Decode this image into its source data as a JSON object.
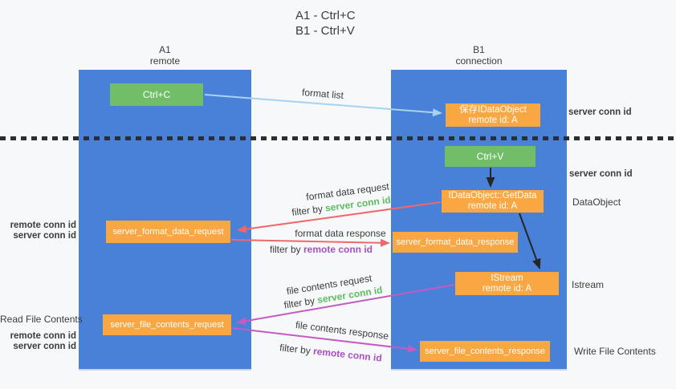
{
  "title": {
    "line1": "A1 - Ctrl+C",
    "line2": "B1 - Ctrl+V"
  },
  "lanes": {
    "left": {
      "name": "A1",
      "role": "remote"
    },
    "right": {
      "name": "B1",
      "role": "connection"
    }
  },
  "nodes": {
    "ctrl_c": {
      "label": "Ctrl+C"
    },
    "save_idataobject": {
      "line1": "保存IDataObject",
      "line2": "remote id: A"
    },
    "ctrl_v": {
      "label": "Ctrl+V"
    },
    "getdata": {
      "line1": "IDataObject::GetData",
      "line2": "remote id: A"
    },
    "format_request": {
      "label": "server_format_data_request"
    },
    "format_response": {
      "label": "server_format_data_response"
    },
    "istream": {
      "line1": "IStream",
      "line2": "remote id: A"
    },
    "file_request": {
      "label": "server_file_contents_request"
    },
    "file_response": {
      "label": "server_file_contents_response"
    }
  },
  "edge_labels": {
    "format_list": "format list",
    "format_data_request": "format data request",
    "format_data_response": "format data response",
    "file_contents_request": "file contents request",
    "file_contents_response": "file contents response",
    "filter_by": "filter by ",
    "server_conn_id": "server conn id",
    "remote_conn_id": "remote conn id"
  },
  "side_labels": {
    "left": {
      "remote_conn_id_1": "remote conn id",
      "server_conn_id_1": "server conn id",
      "read_file_contents": "Read File Contents",
      "remote_conn_id_2": "remote conn id",
      "server_conn_id_2": "server conn id"
    },
    "right": {
      "server_conn_id_1": "server conn id",
      "server_conn_id_2": "server conn id",
      "dataobject": "DataObject",
      "istream": "Istream",
      "write_file_contents": "Write File Contents"
    }
  },
  "colors": {
    "lane_blue": "#4a81d8",
    "node_green": "#72bd68",
    "node_orange": "#f9a743",
    "arrow_blue": "#a7d2f0",
    "arrow_red": "#ee686c",
    "arrow_magenta": "#c35bc4",
    "arrow_black": "#262626",
    "label_green": "#5cbd61",
    "label_purple": "#a94fc4",
    "text_dark": "#3c3c3c",
    "divider_black": "#2e2e2e",
    "background": "#f7f8f9"
  }
}
